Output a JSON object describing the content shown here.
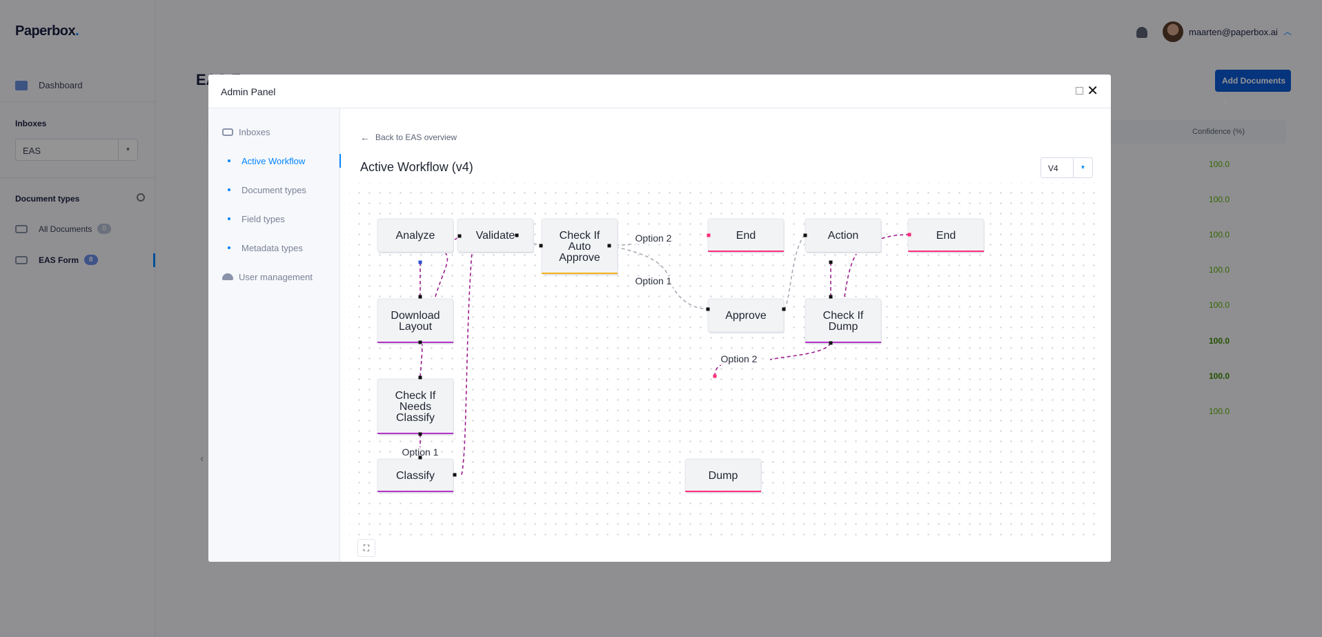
{
  "app": {
    "logo": "Paperbox",
    "logo_dot": ".",
    "nav_dashboard": "Dashboard",
    "inboxes_label": "Inboxes",
    "inbox_selected": "EAS",
    "doctypes_label": "Document types",
    "all_documents": {
      "label": "All Documents",
      "count": "8"
    },
    "eas_form": {
      "label": "EAS Form",
      "count": "8"
    },
    "page_title": "EAS F",
    "user_email": "maarten@paperbox.ai",
    "add_documents": "Add Documents",
    "confidence_header": "Confidence (%)",
    "confidence_values": [
      "100.0",
      "100.0",
      "100.0",
      "100.0",
      "100.0",
      "100.0",
      "100.0",
      "100.0"
    ]
  },
  "modal": {
    "title": "Admin Panel",
    "close_glyph": "✕",
    "nav": [
      {
        "label": "Inboxes"
      },
      {
        "label": "Active Workflow"
      },
      {
        "label": "Document types"
      },
      {
        "label": "Field types"
      },
      {
        "label": "Metadata types"
      },
      {
        "label": "User management"
      }
    ],
    "back_link": "Back to EAS overview",
    "workflow_title": "Active Workflow (v4)",
    "version": "V4"
  },
  "colors": {
    "purple_edge": "#9b1d8c",
    "grey_edge": "#a9acb5",
    "purple_accent": "#b333c7",
    "pink_accent": "#ff2e7a",
    "orange_accent": "#f5b21b"
  },
  "workflow": {
    "nodes": [
      {
        "id": "analyze",
        "label": [
          "Analyze"
        ],
        "accent": ""
      },
      {
        "id": "validate",
        "label": [
          "Validate"
        ],
        "accent": ""
      },
      {
        "id": "auto-approve",
        "label": [
          "Check If",
          "Auto",
          "Approve"
        ],
        "accent": "orange"
      },
      {
        "id": "end-1",
        "label": [
          "End"
        ],
        "accent": "pink"
      },
      {
        "id": "action",
        "label": [
          "Action"
        ],
        "accent": ""
      },
      {
        "id": "end-2",
        "label": [
          "End"
        ],
        "accent": "pink"
      },
      {
        "id": "download-layout",
        "label": [
          "Download",
          "Layout"
        ],
        "accent": "purple"
      },
      {
        "id": "approve",
        "label": [
          "Approve"
        ],
        "accent": ""
      },
      {
        "id": "check-dump",
        "label": [
          "Check If",
          "Dump"
        ],
        "accent": "purple"
      },
      {
        "id": "needs-classify",
        "label": [
          "Check If",
          "Needs",
          "Classify"
        ],
        "accent": "purple"
      },
      {
        "id": "dump",
        "label": [
          "Dump"
        ],
        "accent": "pink"
      },
      {
        "id": "classify",
        "label": [
          "Classify"
        ],
        "accent": "purple"
      }
    ],
    "edge_labels": [
      "Option 2",
      "Option 1",
      "Option 2",
      "Option 1"
    ]
  }
}
